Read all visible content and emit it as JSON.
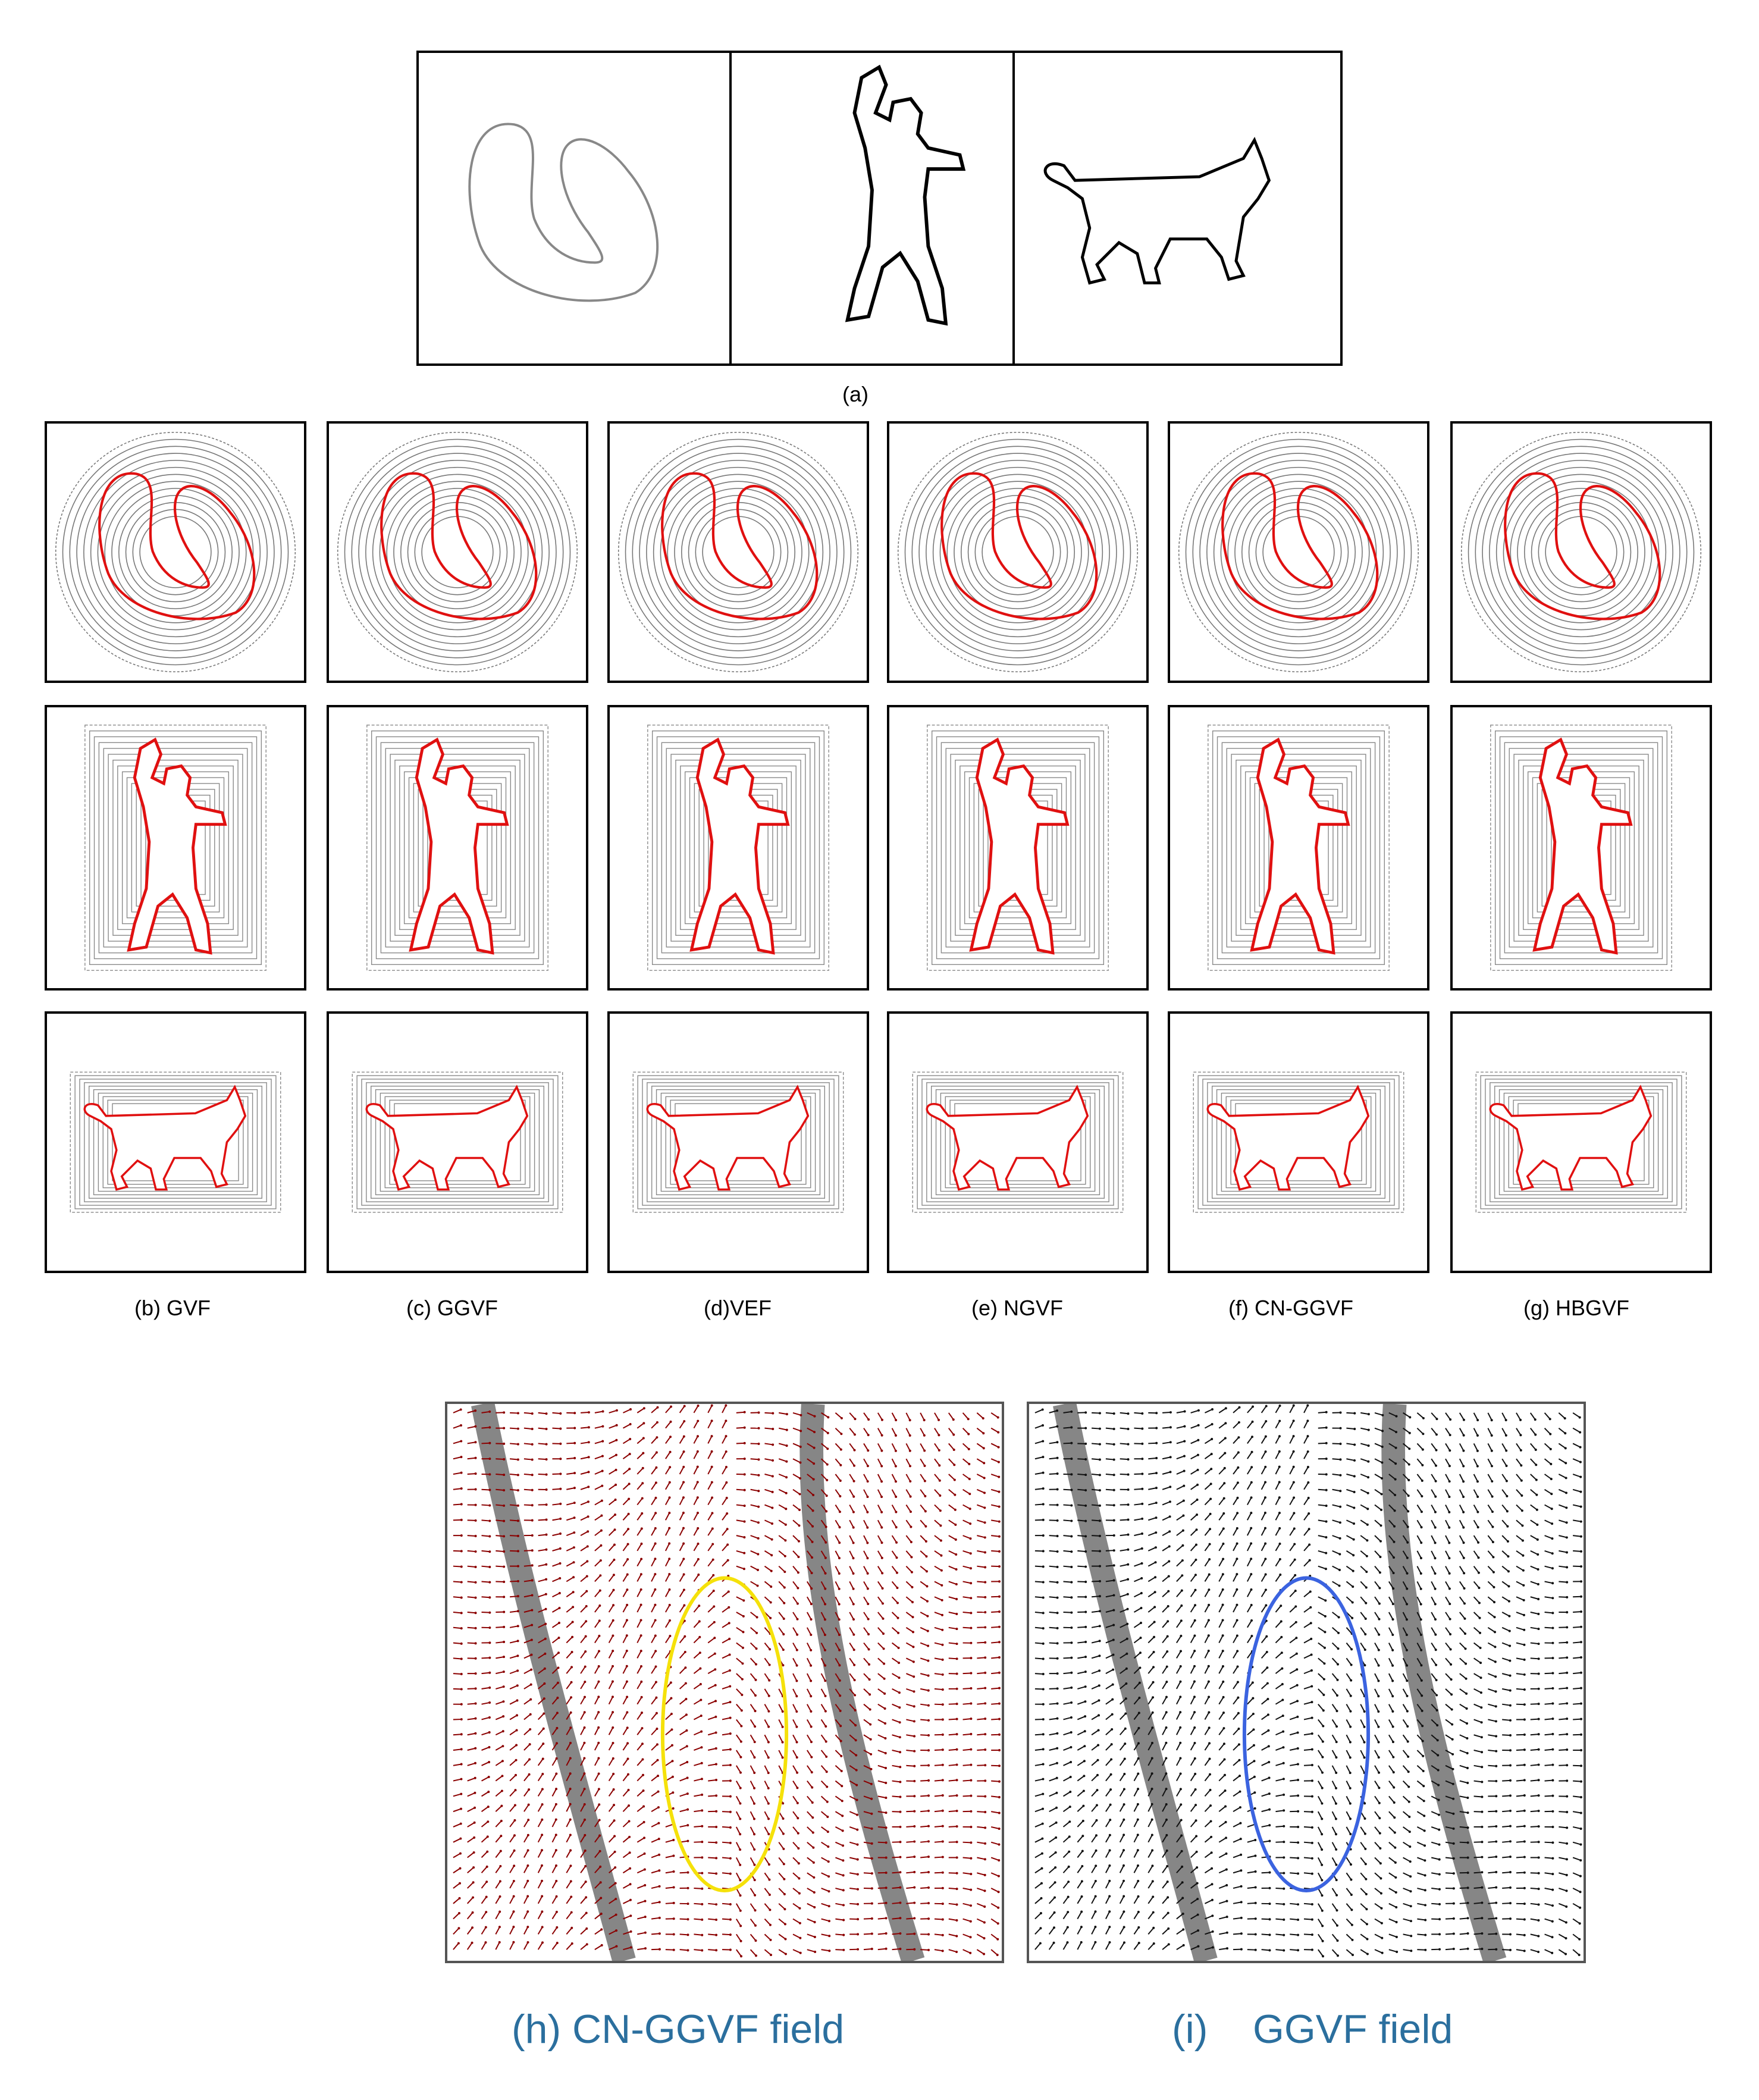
{
  "figure": {
    "row_a_caption": "(a)",
    "method_captions": [
      "(b) GVF",
      "(c) GGVF",
      "(d)VEF",
      "(e) NGVF",
      "(f) CN-GGVF",
      "(g) HBGVF"
    ],
    "field_captions": [
      "(h) CN-GGVF field",
      "(i)    GGVF field"
    ],
    "row_a_shapes": [
      "u-shape",
      "human-figure",
      "cat"
    ],
    "row_shapes": [
      "u-shape",
      "human-figure",
      "cat"
    ],
    "contour_color": "#e01010",
    "initial_contour_color": "#000000",
    "field_arrow_colors": [
      "#8b0000",
      "#111111"
    ],
    "ellipse_colors": [
      "#f5e10a",
      "#3b63e0"
    ],
    "caption_color": "#2b6f9e"
  }
}
